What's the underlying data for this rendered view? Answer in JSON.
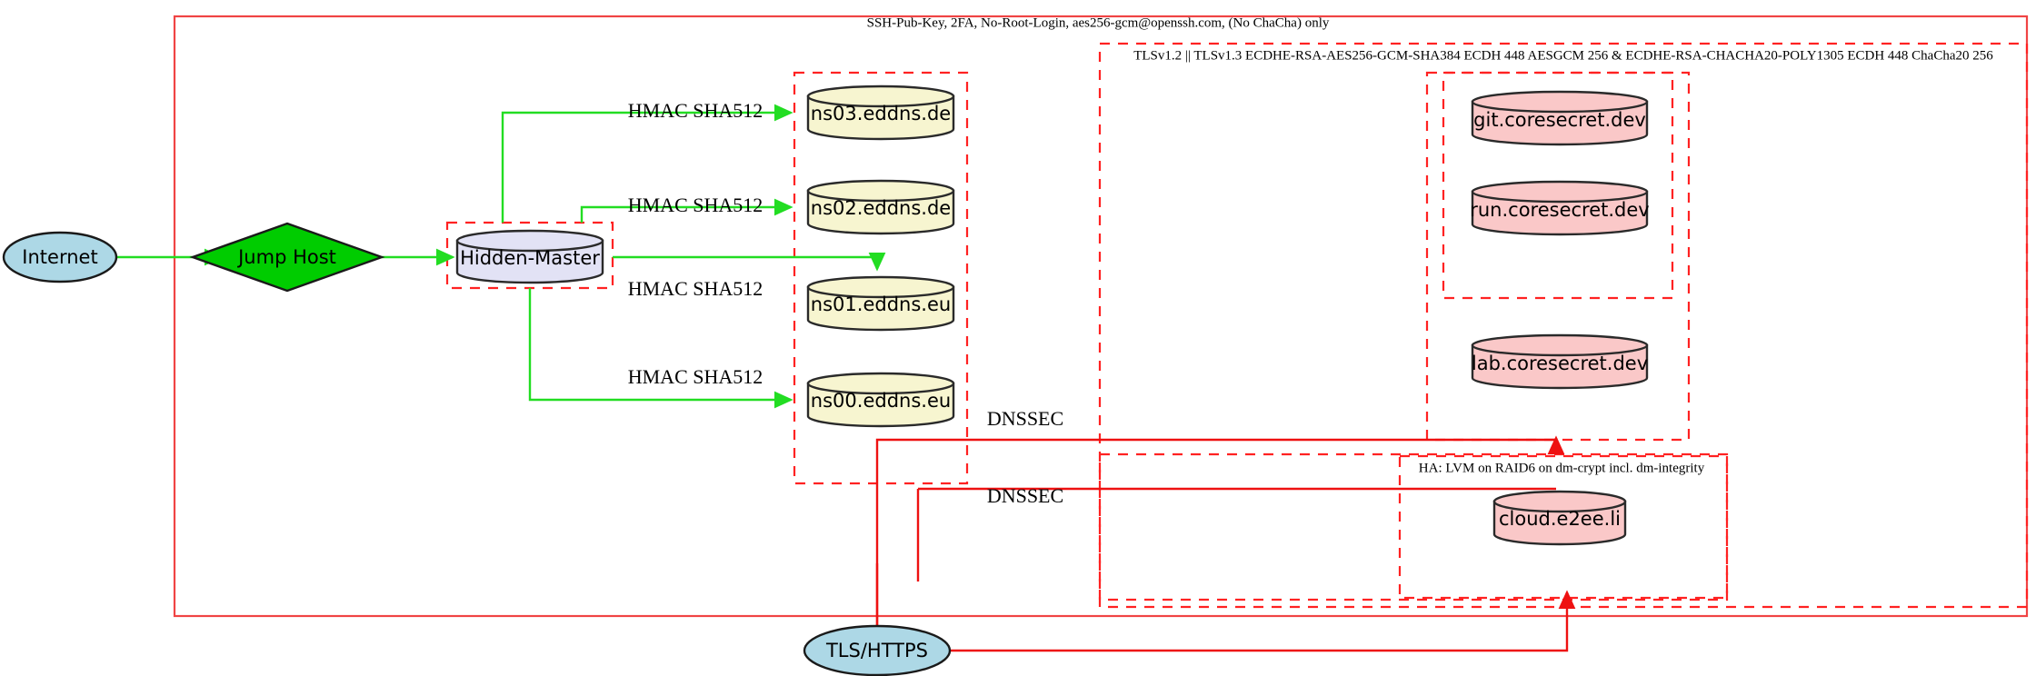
{
  "diagram": {
    "title_top": "SSH-Pub-Key, 2FA, No-Root-Login, aes256-gcm@openssh.com, (No ChaCha) only",
    "clusters": [
      {
        "id": "ssh",
        "label": "SSH-Pub-Key, 2FA, No-Root-Login, aes256-gcm@openssh.com, (No ChaCha) only"
      },
      {
        "id": "tls",
        "label": "TLSv1.2 || TLSv1.3 ECDHE-RSA-AES256-GCM-SHA384 ECDH 448 AESGCM 256 & ECDHE-RSA-CHACHA20-POLY1305 ECDH 448 ChaCha20 256"
      },
      {
        "id": "ha",
        "label": "HA: LVM on RAID6 on dm-crypt incl. dm-integrity"
      }
    ],
    "nodes": [
      {
        "id": "internet",
        "label": "Internet",
        "shape": "ellipse",
        "color": "#add8e6"
      },
      {
        "id": "jumphost",
        "label": "Jump Host",
        "shape": "diamond",
        "color": "#00cc00"
      },
      {
        "id": "hidden",
        "label": "Hidden-Master",
        "shape": "cylinder",
        "color": "#e2e2f5"
      },
      {
        "id": "ns03",
        "label": "ns03.eddns.de",
        "shape": "cylinder",
        "color": "#f7f5d0"
      },
      {
        "id": "ns02",
        "label": "ns02.eddns.de",
        "shape": "cylinder",
        "color": "#f7f5d0"
      },
      {
        "id": "ns01",
        "label": "ns01.eddns.eu",
        "shape": "cylinder",
        "color": "#f7f5d0"
      },
      {
        "id": "ns00",
        "label": "ns00.eddns.eu",
        "shape": "cylinder",
        "color": "#f7f5d0"
      },
      {
        "id": "git",
        "label": "git.coresecret.dev",
        "shape": "cylinder",
        "color": "#fac8c8"
      },
      {
        "id": "run",
        "label": "run.coresecret.dev",
        "shape": "cylinder",
        "color": "#fac8c8"
      },
      {
        "id": "lab",
        "label": "lab.coresecret.dev",
        "shape": "cylinder",
        "color": "#fac8c8"
      },
      {
        "id": "cloud",
        "label": "cloud.e2ee.li",
        "shape": "cylinder",
        "color": "#fac8c8"
      },
      {
        "id": "tlshttps",
        "label": "TLS/HTTPS",
        "shape": "ellipse",
        "color": "#add8e6"
      }
    ],
    "edge_labels": {
      "hmac": "HMAC SHA512",
      "dnssec": "DNSSEC"
    },
    "edges": [
      {
        "from": "internet",
        "to": "jumphost",
        "label": "",
        "color": "#22dd22"
      },
      {
        "from": "jumphost",
        "to": "hidden",
        "label": "",
        "color": "#22dd22"
      },
      {
        "from": "hidden",
        "to": "ns03",
        "label": "HMAC SHA512",
        "color": "#22dd22"
      },
      {
        "from": "hidden",
        "to": "ns02",
        "label": "HMAC SHA512",
        "color": "#22dd22"
      },
      {
        "from": "hidden",
        "to": "ns01",
        "label": "HMAC SHA512",
        "color": "#22dd22"
      },
      {
        "from": "hidden",
        "to": "ns00",
        "label": "HMAC SHA512",
        "color": "#22dd22"
      },
      {
        "from": "tlshttps",
        "to": "lab",
        "label": "DNSSEC",
        "color": "#ee1111"
      },
      {
        "from": "tlshttps",
        "to": "cloud",
        "label": "DNSSEC",
        "color": "#ee1111"
      }
    ],
    "colors": {
      "cluster_border": "#ff2222",
      "outer_border": "#f04444",
      "edge_green": "#22dd22",
      "edge_red": "#ee1111",
      "node_blue": "#add8e6",
      "node_green": "#00cc00",
      "node_lavender": "#e2e2f5",
      "node_yellow": "#f7f5d0",
      "node_pink": "#fac8c8"
    }
  }
}
